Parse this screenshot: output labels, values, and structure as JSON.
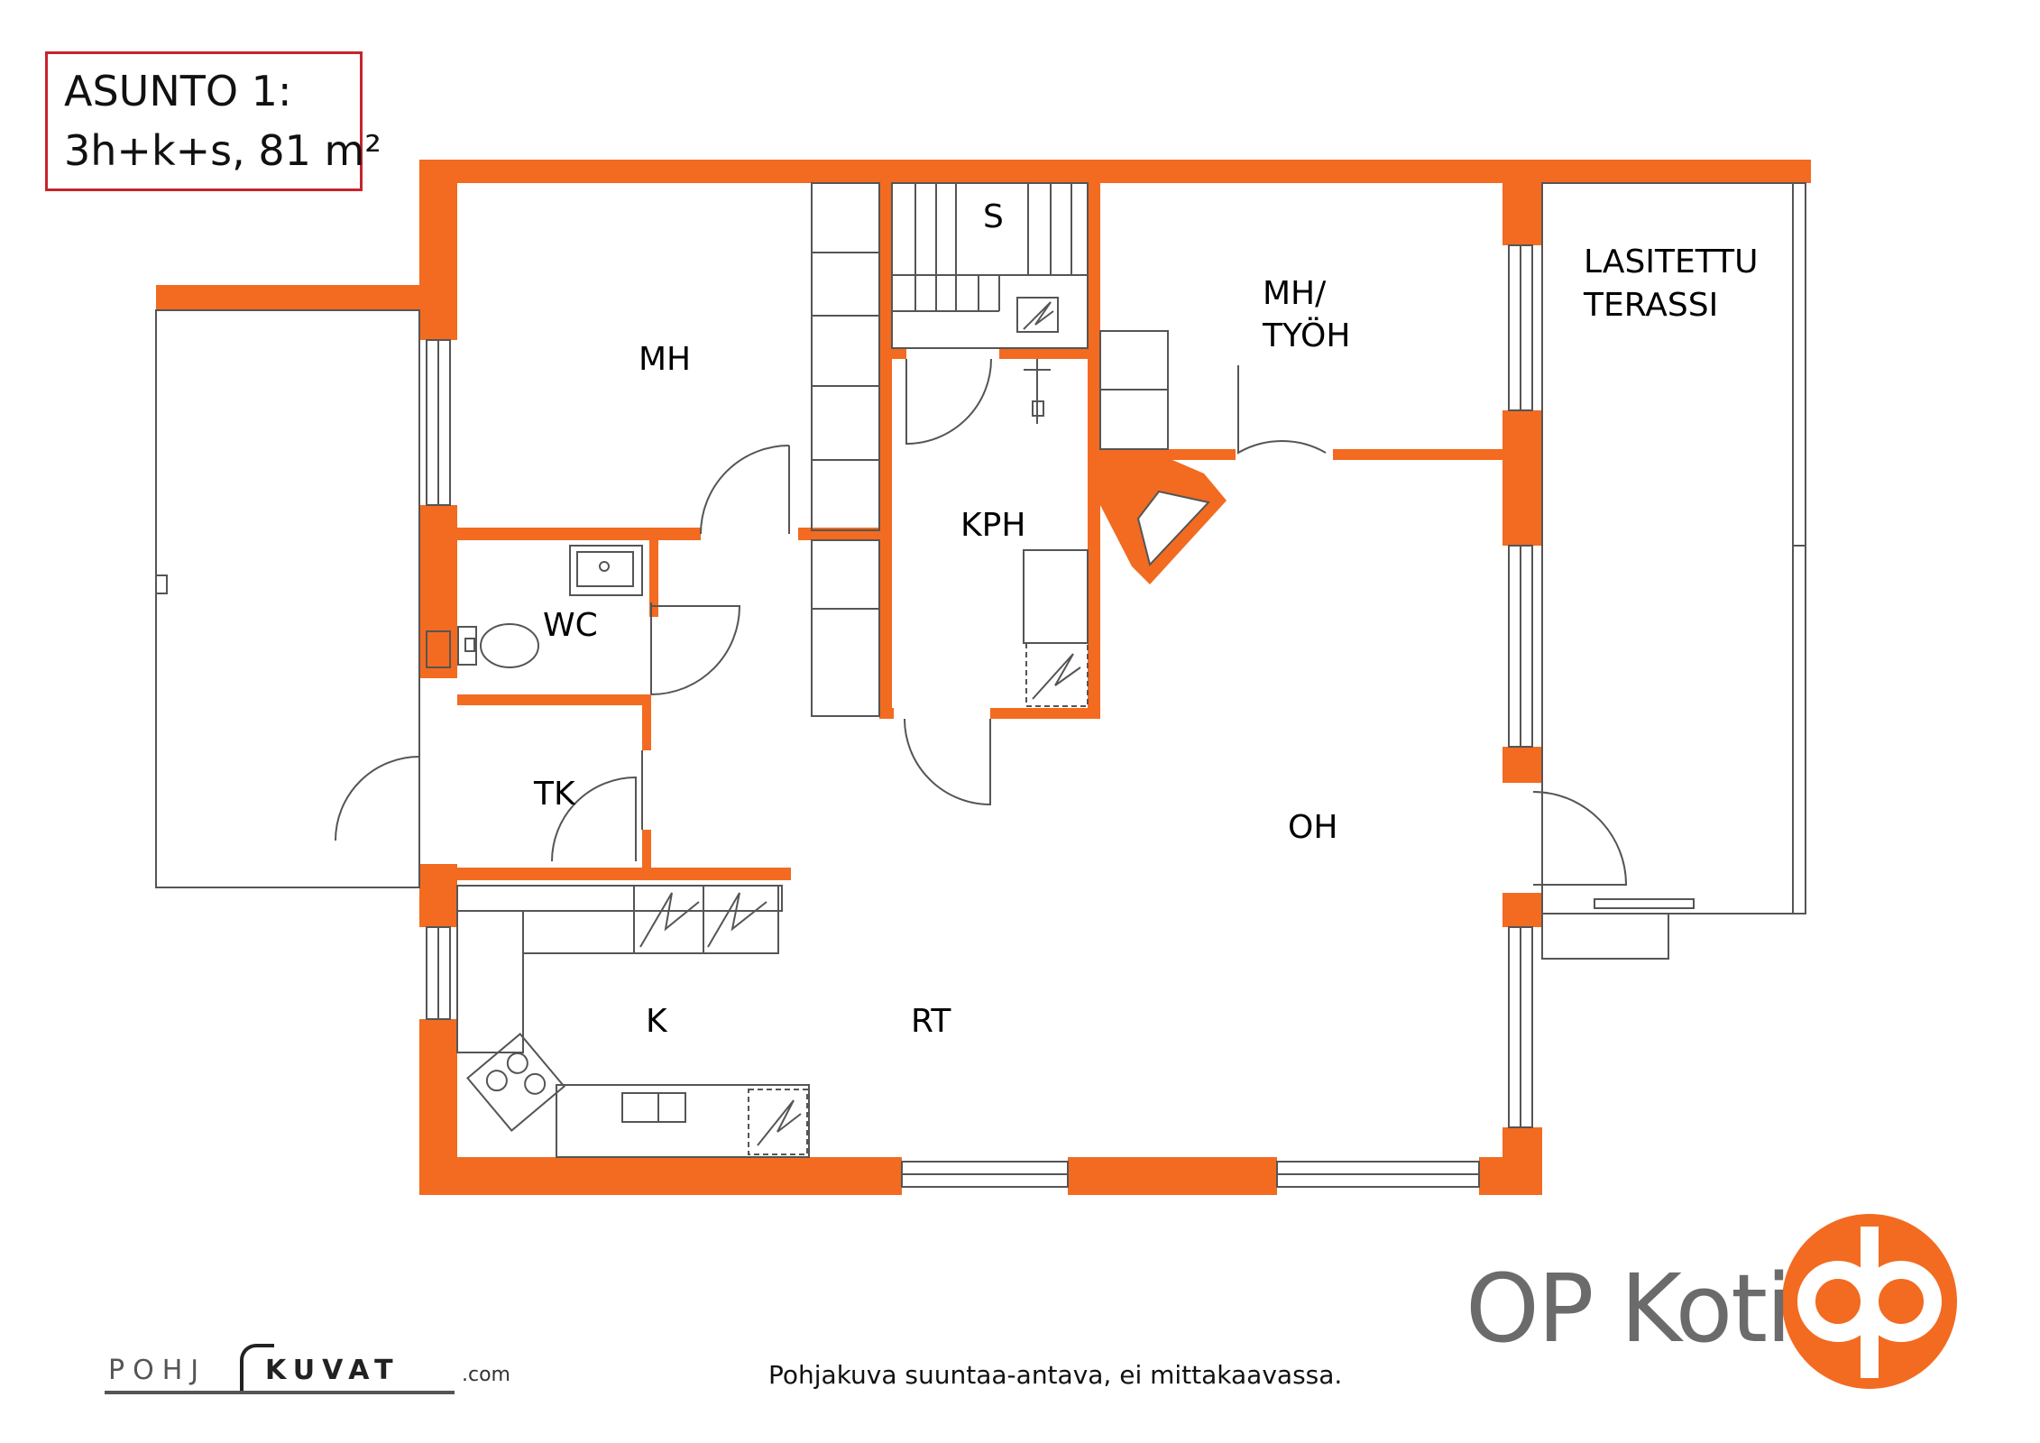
{
  "title": {
    "line1": "ASUNTO 1:",
    "line2": "3h+k+s, 81 m²"
  },
  "rooms": {
    "mh": "MH",
    "s": "S",
    "mh_tyoh_1": "MH/",
    "mh_tyoh_2": "TYÖH",
    "lasitettu_1": "LASITETTU",
    "lasitettu_2": "TERASSI",
    "kph": "KPH",
    "wc": "WC",
    "tk": "TK",
    "oh": "OH",
    "k": "K",
    "rt": "RT"
  },
  "footer": {
    "note": "Pohjakuva suuntaa-antava, ei mittakaavassa.",
    "brand": "OP Koti",
    "pohjakuvat_a": "POHJ",
    "pohjakuvat_b": "KUVAT",
    "pohjakuvat_c": ".com"
  },
  "colors": {
    "wall": "#f26b21",
    "line": "#555555",
    "title_border": "#c8232c",
    "brand_text": "#6b6b6b",
    "logo": "#f26b21"
  },
  "icons": {
    "logo": "op-logo-icon"
  }
}
